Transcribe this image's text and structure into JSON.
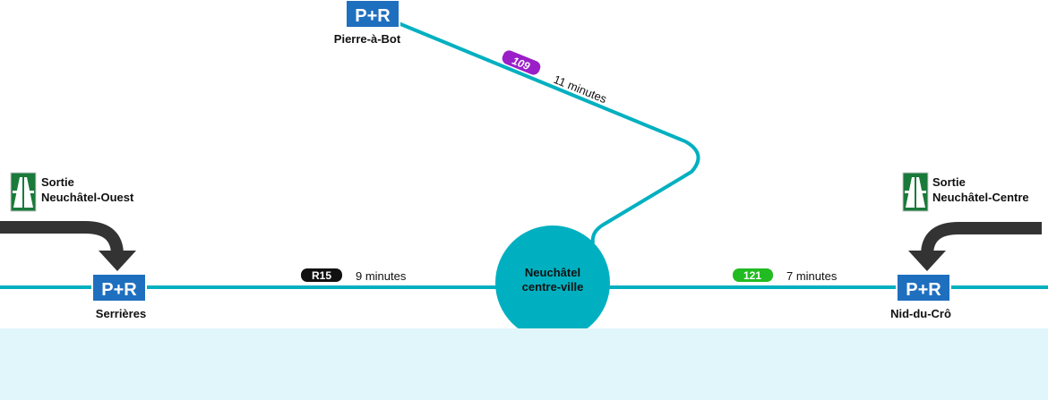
{
  "colors": {
    "line": "#00b0c0",
    "lake": "#e0f6fb",
    "pr": "#1f6fbf",
    "motorway": "#1a7a3a",
    "arrow": "#333333",
    "r15": "#111111",
    "b121": "#22bb22",
    "b109": "#9a1fc8"
  },
  "pr_label": "P+R",
  "parkings": [
    {
      "name": "Pierre-à-Bot"
    },
    {
      "name": "Serrières"
    },
    {
      "name": "Nid-du-Crô"
    }
  ],
  "exits": [
    {
      "line1": "Sortie",
      "line2": "Neuchâtel-Ouest"
    },
    {
      "line1": "Sortie",
      "line2": "Neuchâtel-Centre"
    }
  ],
  "center": {
    "line1": "Neuchâtel",
    "line2": "centre-ville"
  },
  "routes": [
    {
      "line": "R15",
      "time": "9 minutes"
    },
    {
      "line": "121",
      "time": "7 minutes"
    },
    {
      "line": "109",
      "time": "11 minutes"
    }
  ]
}
